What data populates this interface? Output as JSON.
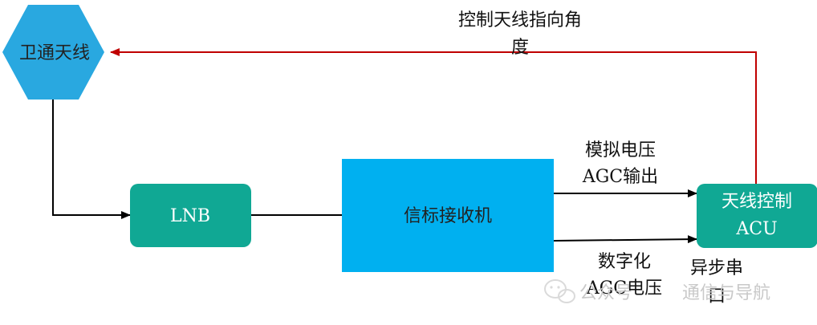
{
  "nodes": {
    "satellite_antenna": {
      "label": "卫通天线",
      "color": "#29a8e0"
    },
    "lnb": {
      "label": "LNB",
      "color": "#10a894"
    },
    "receiver": {
      "label": "信标接收机",
      "color": "#00b0f0"
    },
    "acu": {
      "label_line1": "天线控制",
      "label_line2": "ACU",
      "color": "#10a894"
    }
  },
  "edges": {
    "control_angle": {
      "label_line1": "控制天线指向角",
      "label_line2": "度",
      "color": "#c00000"
    },
    "analog_agc": {
      "label_line1": "模拟电压",
      "label_line2": "AGC输出"
    },
    "digital_agc": {
      "label_line1": "数字化",
      "label_line2": "AGC电压"
    },
    "serial": {
      "label_line1": "异步串",
      "label_line2": "口"
    }
  },
  "watermark": {
    "source": "公众号",
    "account": "通信与导航"
  }
}
